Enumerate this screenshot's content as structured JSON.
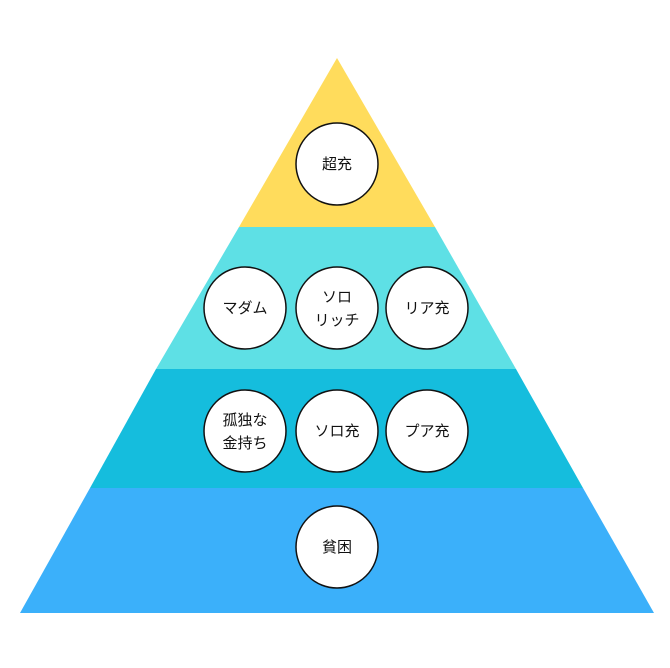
{
  "colors": {
    "background": "#ffffff",
    "tier_top": "#FFDC5C",
    "tier_upper": "#5EE0E5",
    "tier_middle": "#15BDDD",
    "tier_bottom": "#3BB0FA",
    "circle_fill": "#ffffff",
    "circle_stroke": "#111111"
  },
  "pyramid": {
    "tiers": [
      {
        "nodes": [
          {
            "lines": [
              "超充"
            ]
          }
        ]
      },
      {
        "nodes": [
          {
            "lines": [
              "マダム"
            ]
          },
          {
            "lines": [
              "ソロ",
              "リッチ"
            ]
          },
          {
            "lines": [
              "リア充"
            ]
          }
        ]
      },
      {
        "nodes": [
          {
            "lines": [
              "孤独な",
              "金持ち"
            ]
          },
          {
            "lines": [
              "ソロ充"
            ]
          },
          {
            "lines": [
              "プア充"
            ]
          }
        ]
      },
      {
        "nodes": [
          {
            "lines": [
              "貧困"
            ]
          }
        ]
      }
    ]
  }
}
